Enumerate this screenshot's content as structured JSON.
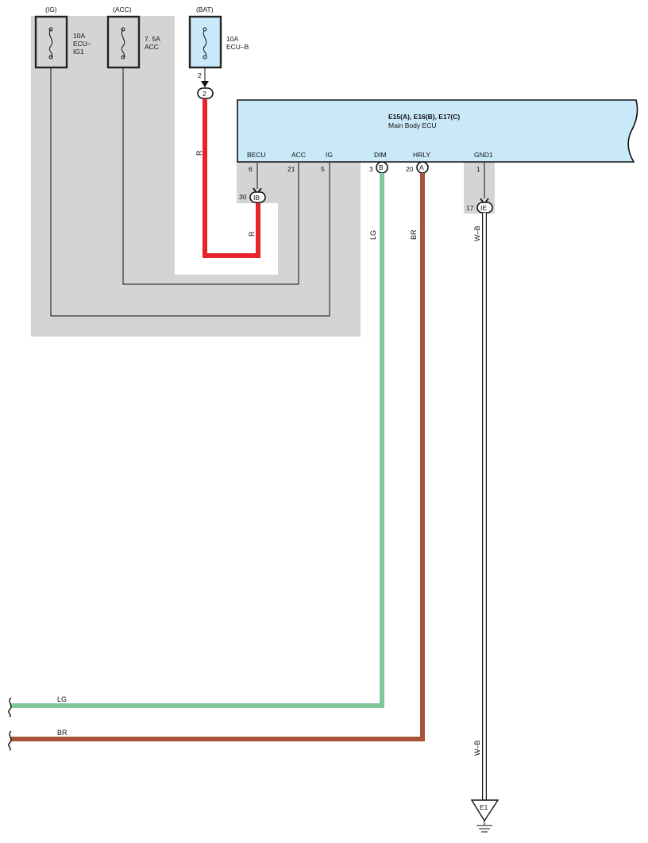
{
  "fuses": [
    {
      "supply": "(IG)",
      "rating": "10A",
      "name_1": "ECU–",
      "name_2": "IG1"
    },
    {
      "supply": "(ACC)",
      "rating": "7. 5A",
      "name_1": "ACC",
      "name_2": ""
    },
    {
      "supply": "(BAT)",
      "rating": "10A",
      "name_1": "ECU–B",
      "name_2": ""
    }
  ],
  "bat_pin": "2",
  "bat_connector": "2",
  "ecu": {
    "title": "E15(A), E16(B), E17(C)",
    "subtitle": "Main Body ECU",
    "terminals": [
      {
        "label": "BECU",
        "pin": "6"
      },
      {
        "label": "ACC",
        "pin": "21"
      },
      {
        "label": "IG",
        "pin": "5"
      },
      {
        "label": "DIM",
        "pin": "3",
        "connector": "B"
      },
      {
        "label": "HRLY",
        "pin": "20",
        "connector": "A"
      },
      {
        "label": "GND1",
        "pin": "1"
      }
    ]
  },
  "junctions": [
    {
      "pin": "30",
      "id": "IB"
    },
    {
      "pin": "17",
      "id": "IE"
    }
  ],
  "wire_colors": {
    "r_1": "R",
    "r_2": "R",
    "lg_1": "LG",
    "br_1": "BR",
    "wb_1": "W–B",
    "lg_2": "LG",
    "br_2": "BR",
    "wb_2": "W–B"
  },
  "ground": {
    "id": "E1"
  },
  "colors": {
    "red": "#e8232a",
    "light_green": "#7fc89c",
    "brown": "#a6543a",
    "ecu_fill": "#c9e8f8",
    "panel_gray": "#d3d4d6"
  }
}
